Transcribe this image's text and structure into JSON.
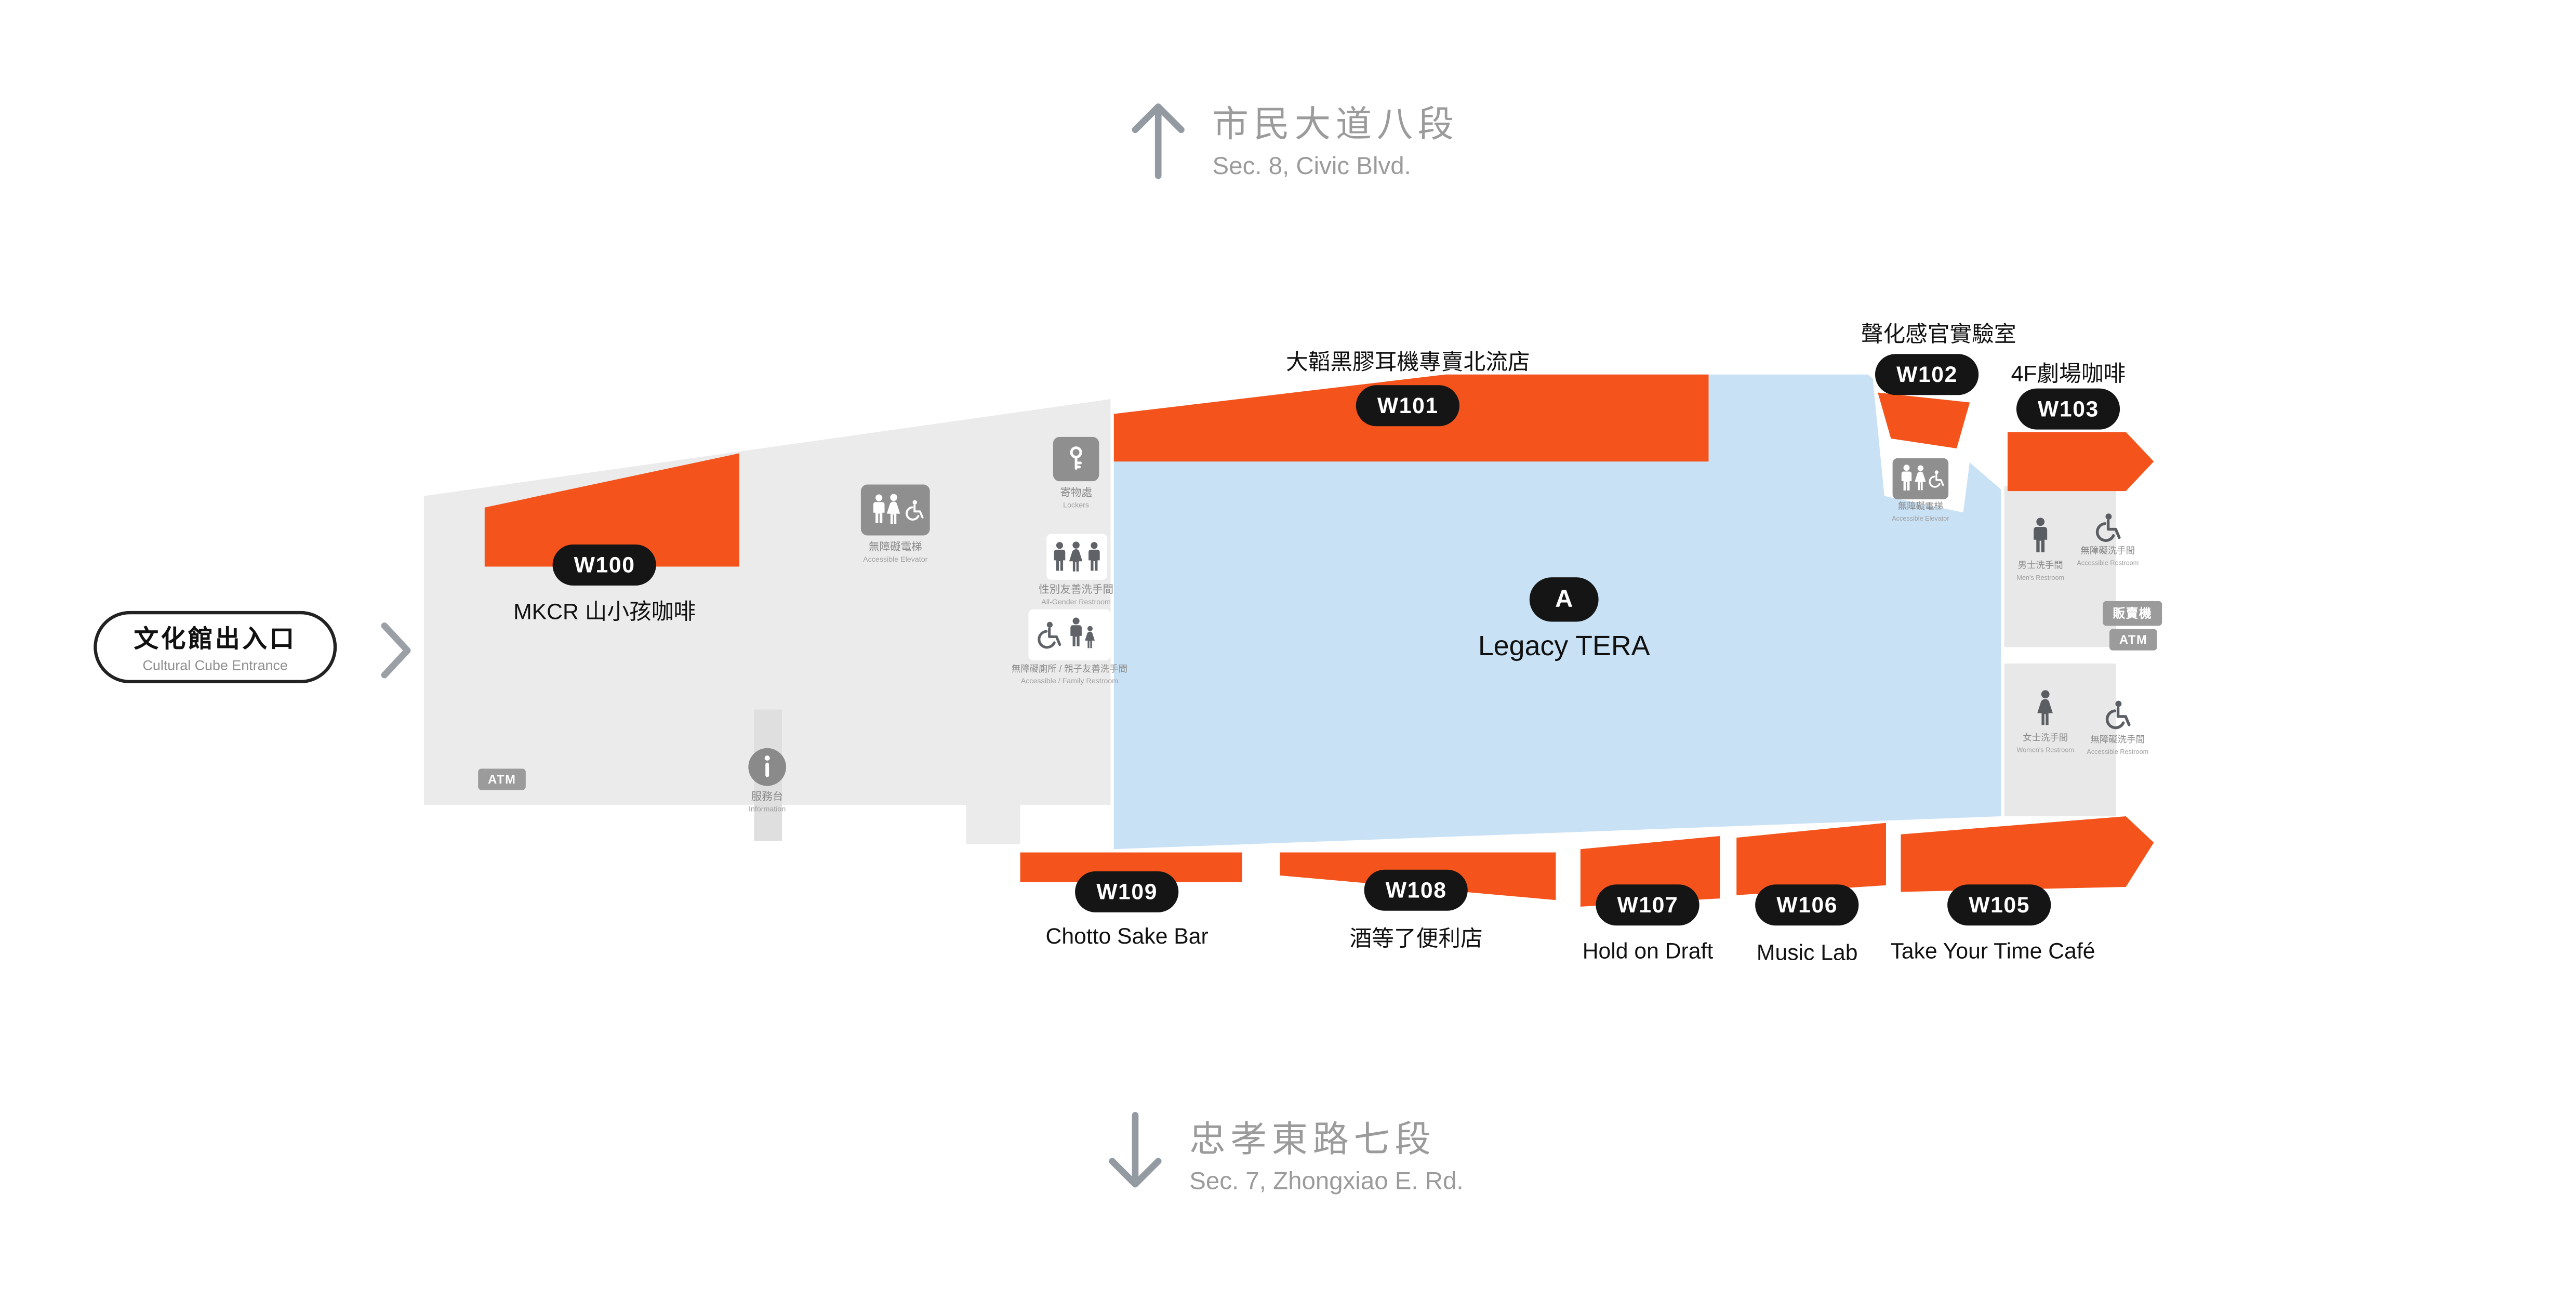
{
  "streets": {
    "top": {
      "zh": "市民大道八段",
      "en": "Sec. 8, Civic Blvd."
    },
    "bottom": {
      "zh": "忠孝東路七段",
      "en": "Sec. 7, Zhongxiao E. Rd."
    }
  },
  "entrance": {
    "zh": "文化館出入口",
    "en": "Cultural Cube Entrance"
  },
  "hall": {
    "badge": "A",
    "name": "Legacy TERA"
  },
  "stores": {
    "w100": {
      "id": "W100",
      "name": "MKCR 山小孩咖啡"
    },
    "w101": {
      "id": "W101",
      "name": "大韜黑膠耳機專賣北流店"
    },
    "w102": {
      "id": "W102",
      "name": "聲化感官實驗室"
    },
    "w103": {
      "id": "W103",
      "name": "4F劇場咖啡"
    },
    "w105": {
      "id": "W105",
      "name": "Take Your Time Café"
    },
    "w106": {
      "id": "W106",
      "name": "Music Lab"
    },
    "w107": {
      "id": "W107",
      "name": "Hold on Draft"
    },
    "w108": {
      "id": "W108",
      "name": "酒等了便利店"
    },
    "w109": {
      "id": "W109",
      "name": "Chotto Sake Bar"
    }
  },
  "facilities": {
    "atm": "ATM",
    "vending": "販賣機",
    "info": {
      "zh": "服務台",
      "en": "Information"
    },
    "locker": {
      "zh": "寄物處",
      "en": "Lockers"
    },
    "accessible_elevator": {
      "zh": "無障礙電梯",
      "en": "Accessible Elevator"
    },
    "gender_restroom": {
      "zh": "性別友善洗手間",
      "en": "All-Gender Restroom"
    },
    "family_restroom": {
      "zh": "無障礙廁所 / 親子友善洗手間",
      "en": "Accessible / Family Restroom"
    },
    "mens_restroom": {
      "zh": "男士洗手間",
      "en": "Men's Restroom"
    },
    "womens_restroom": {
      "zh": "女士洗手間",
      "en": "Women's Restroom"
    },
    "accessible_restroom": {
      "zh": "無障礙洗手間",
      "en": "Accessible Restroom"
    }
  },
  "colors": {
    "store_orange": "#F4541C",
    "hall_blue": "#C9E1F5",
    "floor_gray": "#EBEBEB",
    "badge_black": "#151515",
    "street_gray": "#9B9B9B"
  }
}
